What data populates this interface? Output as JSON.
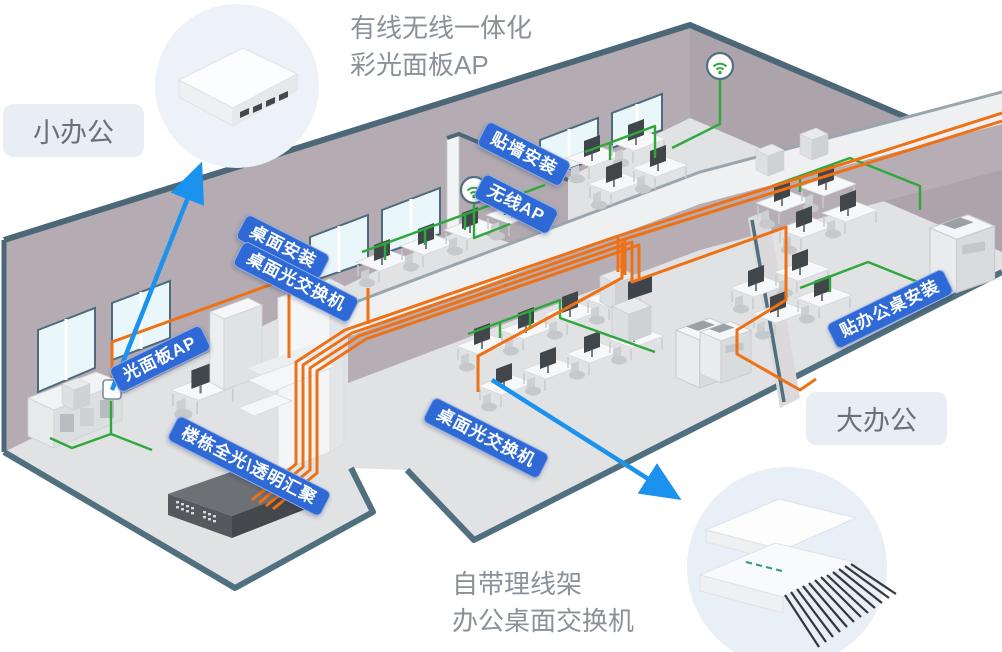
{
  "diagram_title_note": "office all-optical network isometric diagram",
  "products": {
    "panel_ap": {
      "caption_line1": "有线无线一体化",
      "caption_line2": "彩光面板AP"
    },
    "desktop_switch": {
      "caption_line1": "自带理线架",
      "caption_line2": "办公桌面交换机"
    }
  },
  "area_badges": {
    "small_office": "小办公",
    "large_office": "大办公"
  },
  "ribbons": {
    "wall_mount": "贴墙安装",
    "wireless_ap": "无线AP",
    "desktop_mount": "桌面安装",
    "desktop_optical_switch_upper": "桌面光交换机",
    "optical_panel_ap": "光面板AP",
    "building_all_optical_aggregation": "楼栋全光\\透明汇聚",
    "desktop_optical_switch_lower": "桌面光交换机",
    "desk_side_mount": "贴办公桌安装"
  },
  "colors": {
    "ribbon_blue": "#2e69d6",
    "cable_orange": "#ee7115",
    "cable_green": "#2fa83b",
    "callout_arrow_blue": "#1b92ee",
    "wall_mauve": "#b4acb2",
    "floor_gray": "#e0e2e3",
    "edge_slate": "#4e6b7a",
    "badge_bg": "#e9eef4",
    "caption_gray": "#8b9199"
  }
}
